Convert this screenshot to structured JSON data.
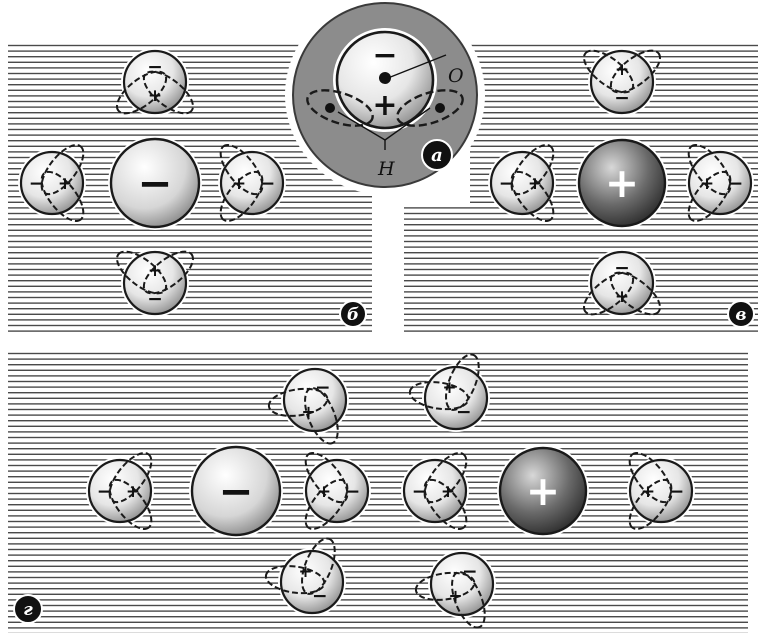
{
  "panel_labels": {
    "a": "а",
    "b": "б",
    "v": "в",
    "g": "г"
  },
  "annotations": {
    "oxygen": "O",
    "hydrogen": "H"
  },
  "signs": {
    "plus": "+",
    "minus": "−"
  },
  "colors": {
    "stripe": "#4a4a4a",
    "molecule_fill": "#e9e9e9",
    "ion_negative_fill": "#d0d0d0",
    "ion_positive_fill": "#4f4f4f",
    "circle_background": "#8c8c8c",
    "outline": "#1a1a1a"
  }
}
